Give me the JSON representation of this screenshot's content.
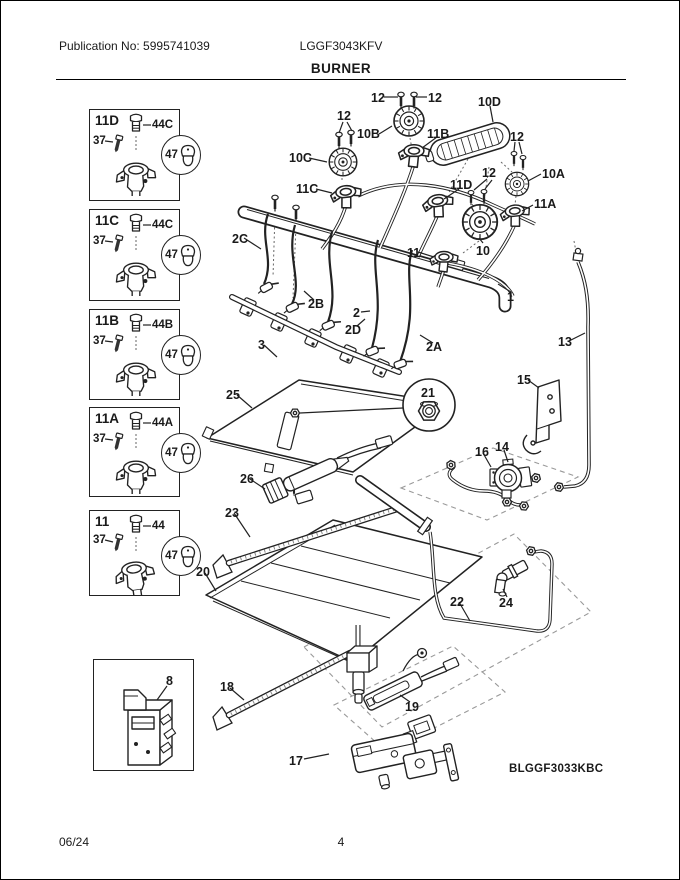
{
  "page": {
    "publication_no": "Publication No: 5995741039",
    "model": "LGGF3043KFV",
    "section_title": "BURNER",
    "diagram_code": "BLGGF3033KBC",
    "footer_date": "06/24",
    "footer_page_number": "4"
  },
  "detail_boxes": [
    {
      "assembly": "11D",
      "top_screw": "44C",
      "side_screw": "37",
      "insert": "47"
    },
    {
      "assembly": "11C",
      "top_screw": "44C",
      "side_screw": "37",
      "insert": "47"
    },
    {
      "assembly": "11B",
      "top_screw": "44B",
      "side_screw": "37",
      "insert": "47"
    },
    {
      "assembly": "11A",
      "top_screw": "44A",
      "side_screw": "37",
      "insert": "47"
    },
    {
      "assembly": "11",
      "top_screw": "44",
      "side_screw": "37",
      "insert": "47"
    }
  ],
  "spark_module_box": {
    "part": "8"
  },
  "callouts": {
    "screw_pair_top_left": "12",
    "screw_pair_top_right": "12",
    "griddle_burner": "10D",
    "screw_pair_left": "12",
    "burner_left_rear": "10B",
    "orifice_left_rear": "11B",
    "screw_pair_right_upper": "12",
    "burner_left_front": "10C",
    "orifice_left_front": "11C",
    "orifice_griddle": "11D",
    "screw_pair_right_lower": "12",
    "burner_right_rear": "10A",
    "orifice_right_rear": "11A",
    "burner_center": "10",
    "wire_2c": "2C",
    "orifice_center": "11",
    "manifold": "1",
    "wire_2b": "2B",
    "wire_2": "2",
    "wire_2d": "2D",
    "bracket_rail": "3",
    "wire_2a": "2A",
    "tube_right": "13",
    "heat_shield_upper": "25",
    "nut_detail": "21",
    "mounting_bracket": "15",
    "regulator_tube": "16",
    "pressure_regulator": "14",
    "igniter_harness": "26",
    "support_rail_upper": "23",
    "heat_shield_lower": "20",
    "elbow_fitting": "24",
    "supply_tube": "22",
    "support_rail_lower": "18",
    "oven_igniter": "19",
    "gas_valve": "17"
  }
}
